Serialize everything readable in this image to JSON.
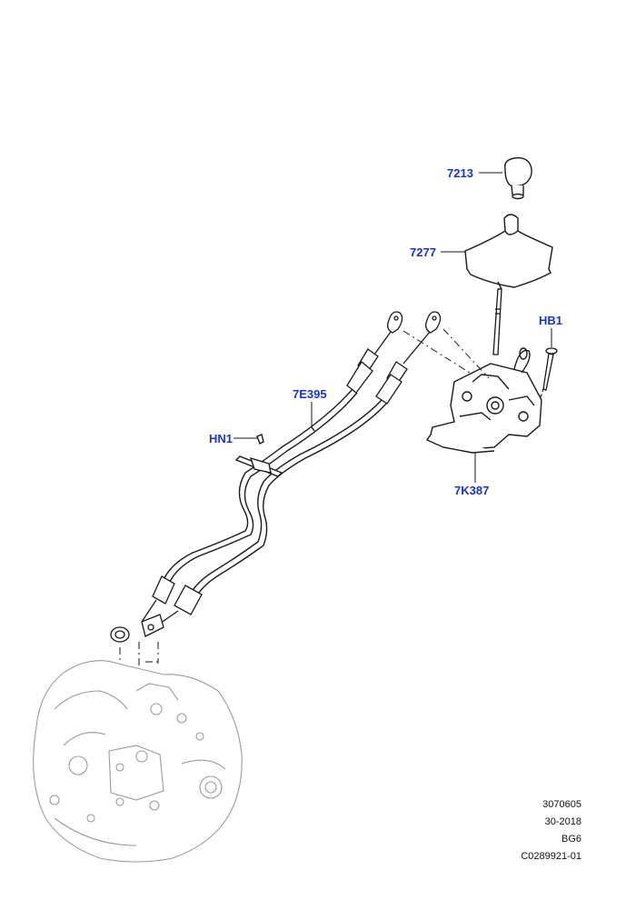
{
  "callouts": {
    "knob": "7213",
    "boot": "7277",
    "bolt": "HB1",
    "cables": "7E395",
    "clip": "HN1",
    "shifter": "7K387"
  },
  "meta": {
    "line1": "3070605",
    "line2": "30-2018",
    "line3": "BG6",
    "line4": "C0289921-01"
  },
  "colors": {
    "callout": "#1a33cc",
    "line": "#1a1a1a",
    "transmission": "#9a9a9a"
  }
}
